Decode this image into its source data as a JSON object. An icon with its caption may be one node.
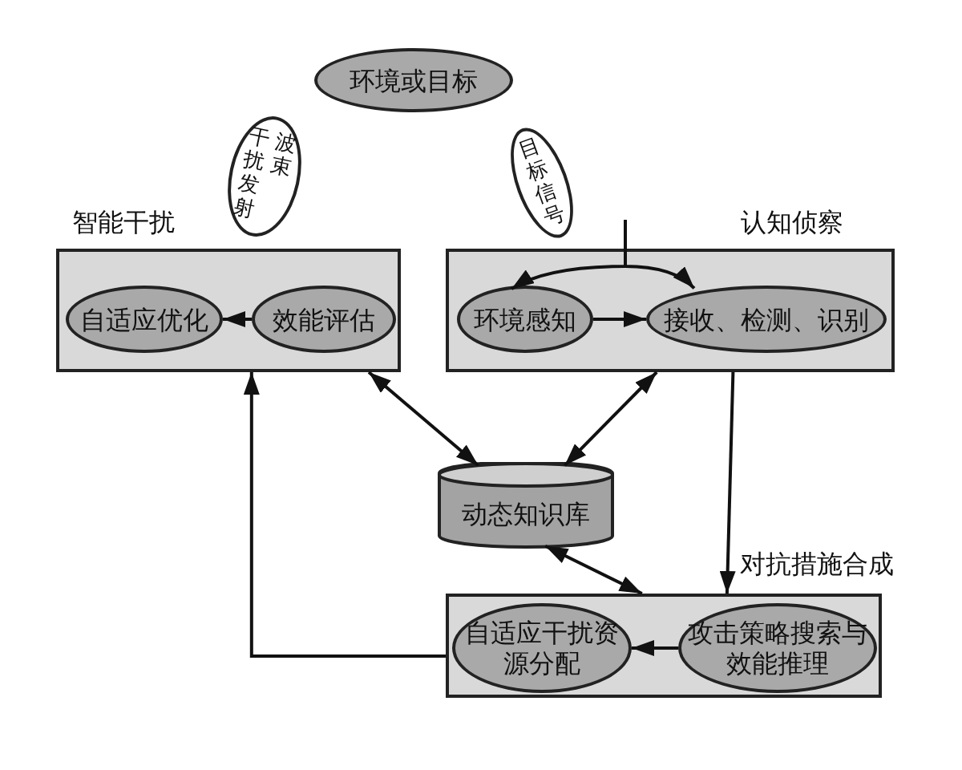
{
  "diagram": {
    "nodes": [
      {
        "text": [
          "环境或目标"
        ]
      },
      {
        "text": [
          "干扰发射波束"
        ]
      },
      {
        "text": [
          "目标信号"
        ]
      },
      {
        "text": [
          "智能干扰"
        ]
      },
      {
        "text": [
          "自适应优化"
        ],
        "in": 3
      },
      {
        "text": [
          "效能评估"
        ],
        "in": 3
      },
      {
        "text": [
          "认知侦察"
        ]
      },
      {
        "text": [
          "环境感知"
        ],
        "in": 6
      },
      {
        "text": [
          "接收、检测、识别"
        ],
        "in": 6
      },
      {
        "text": [
          "动态知识库"
        ]
      },
      {
        "text": [],
        "shape": "box"
      },
      {
        "text": [
          "自适应干扰资源分配"
        ],
        "in": 10
      },
      {
        "text": [
          "攻击策略搜索与效能推理"
        ],
        "in": 10
      }
    ],
    "edges": [
      {
        "from": 5,
        "to": 4,
        "arrow": "to"
      },
      {
        "from": 7,
        "to": 8,
        "arrow": "to"
      },
      {
        "from": null,
        "to": 7,
        "arrow": "to"
      },
      {
        "from": null,
        "to": 8,
        "arrow": "to"
      },
      {
        "from": 3,
        "to": 9,
        "arrow": "both"
      },
      {
        "from": 6,
        "to": 9,
        "arrow": "both"
      },
      {
        "from": 9,
        "to": 10,
        "arrow": "both"
      },
      {
        "from": 6,
        "to": 10,
        "arrow": "to",
        "label": "对抗措施合成"
      },
      {
        "from": 12,
        "to": 11,
        "arrow": "to"
      },
      {
        "from": 10,
        "to": 3,
        "arrow": "to"
      }
    ]
  }
}
